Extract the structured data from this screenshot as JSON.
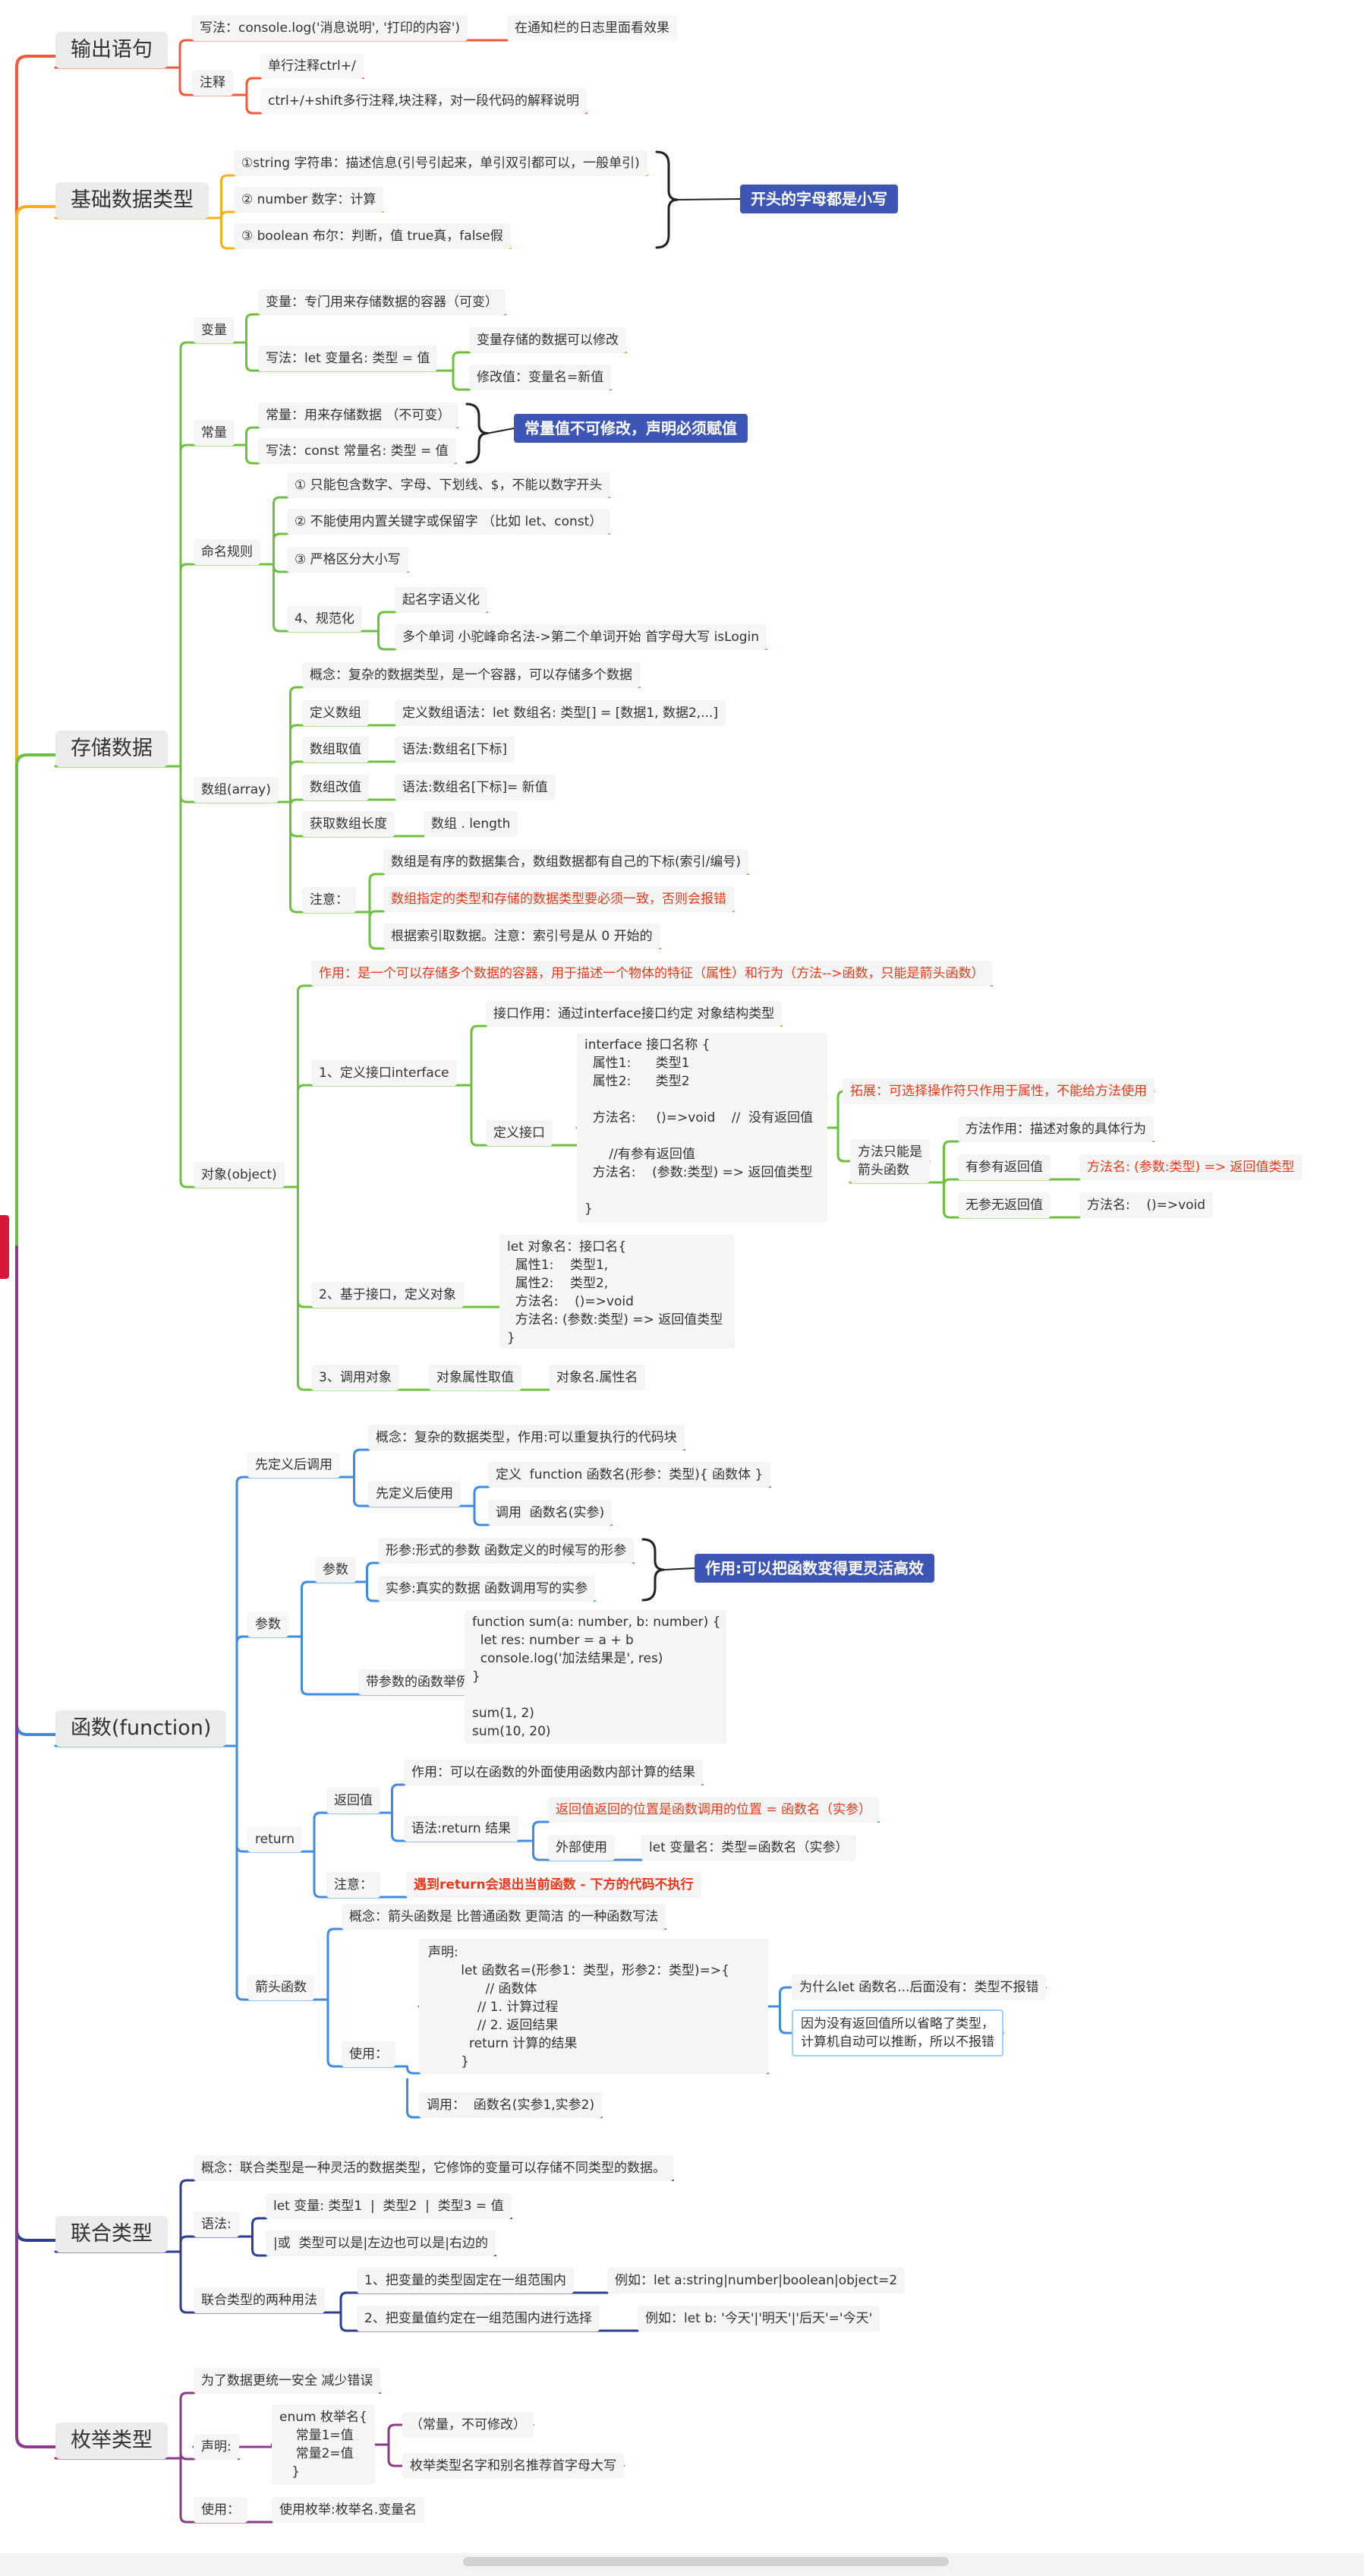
{
  "colors": {
    "orange_red": "#ee5a3c",
    "orange": "#f2b01e",
    "green": "#6cc03d",
    "blue": "#3e8be0",
    "navy": "#2c3e8e",
    "purple": "#8b3a8a",
    "red_text": "#e8391a",
    "tag_bg": "#3d56b5"
  },
  "sections": [
    {
      "label": "输出语句"
    },
    {
      "label": "基础数据类型"
    },
    {
      "label": "存储数据"
    },
    {
      "label": "函数(function)"
    },
    {
      "label": "联合类型"
    },
    {
      "label": "枚举类型"
    }
  ],
  "output": {
    "write": "写法：console.log('消息说明', '打印的内容')",
    "write_note": "在通知栏的日志里面看效果",
    "comment": "注释",
    "single": "单行注释ctrl+/",
    "multi": "ctrl+/+shift多行注释,块注释，对一段代码的解释说明"
  },
  "basic": {
    "string": "①string 字符串：描述信息(引号引起来，单引双引都可以，一般单引)",
    "number": "② number 数字：计算",
    "boolean": "③ boolean 布尔：判断，值 true真，false假",
    "tag": "开头的字母都是小写"
  },
  "storage": {
    "var": "变量",
    "var_def": "变量：专门用来存储数据的容器（可变）",
    "var_write": "写法：let 变量名: 类型 = 值",
    "var_mod": "变量存储的数据可以修改",
    "var_mod2": "修改值：变量名=新值",
    "const": "常量",
    "const_def": "常量：用来存储数据 （不可变）",
    "const_write": "写法：const 常量名: 类型 = 值",
    "const_tag": "常量值不可修改，声明必须赋值",
    "naming": "命名规则",
    "n1": "① 只能包含数字、字母、下划线、$，不能以数字开头",
    "n2": "② 不能使用内置关键字或保留字 （比如 let、const）",
    "n3": "③ 严格区分大小写",
    "n4": "4、规范化",
    "n4a": "起名字语义化",
    "n4b": "多个单词 小驼峰命名法->第二个单词开始 首字母大写 isLogin",
    "array": "数组(array)",
    "a_concept": "概念：复杂的数据类型，是一个容器，可以存储多个数据",
    "a_def": "定义数组",
    "a_def2": "定义数组语法：let 数组名: 类型[] = [数据1, 数据2,...]",
    "a_get": "数组取值",
    "a_get2": "语法:数组名[下标]",
    "a_set": "数组改值",
    "a_set2": "语法:数组名[下标]= 新值",
    "a_len": "获取数组长度",
    "a_len2": "数组 . length",
    "a_note": "注意：",
    "a_note1": "数组是有序的数据集合，数组数据都有自己的下标(索引/编号)",
    "a_note2": "数组指定的类型和存储的数据类型要必须一致，否则会报错",
    "a_note3": "根据索引取数据。注意：索引号是从 0 开始的",
    "object": "对象(object)",
    "o_role": "作用：是一个可以存储多个数据的容器，用于描述一个物体的特征（属性）和行为（方法-->函数，只能是箭头函数）",
    "o1": "1、定义接口interface",
    "o1a": "接口作用：通过interface接口约定 对象结构类型",
    "o1b": "定义接口",
    "o1b_code": "interface 接口名称 {\n  属性1:      类型1\n  属性2:      类型2\n\n  方法名:     ()=>void    //  没有返回值\n\n      //有参有返回值\n  方法名:    (参数:类型) => 返回值类型\n\n}",
    "o1c": "拓展：可选择操作符只作用于属性，不能给方法使用",
    "o1d": "方法只能是\n箭头函数",
    "o1d1": "方法作用：描述对象的具体行为",
    "o1d2": "有参有返回值",
    "o1d2v": "方法名: (参数:类型) => 返回值类型",
    "o1d3": "无参无返回值",
    "o1d3v": "方法名:    ()=>void",
    "o2": "2、基于接口，定义对象",
    "o2_code": "let 对象名：接口名{\n  属性1:    类型1,\n  属性2:    类型2,\n  方法名:    ()=>void\n  方法名: (参数:类型) => 返回值类型\n}",
    "o3": "3、调用对象",
    "o3a": "对象属性取值",
    "o3b": "对象名.属性名"
  },
  "func": {
    "f1": "先定义后调用",
    "f1a": "概念：复杂的数据类型，作用:可以重复执行的代码块",
    "f1b": "先定义后使用",
    "f1b1": "定义  function 函数名(形参：类型){ 函数体 }",
    "f1b2": "调用  函数名(实参)",
    "param": "参数",
    "p_sub": "参数",
    "p1": "形参:形式的参数 函数定义的时候写的形参",
    "p2": "实参:真实的数据 函数调用写的实参",
    "p_tag": "作用:可以把函数变得更灵活高效",
    "p_ex": "带参数的函数举例",
    "p_code": "function sum(a: number, b: number) {\n  let res: number = a + b\n  console.log('加法结果是', res)\n}\n\nsum(1, 2)\nsum(10, 20)",
    "ret": "return",
    "r1": "返回值",
    "r1a": "作用：可以在函数的外面使用函数内部计算的结果",
    "r1b": "语法:return 结果",
    "r1b1": "返回值返回的位置是函数调用的位置 = 函数名（实参）",
    "r1b2": "外部使用",
    "r1b2v": "let 变量名：类型=函数名（实参）",
    "r2": "注意：",
    "r2v": "遇到return会退出当前函数 - 下方的代码不执行",
    "arrow": "箭头函数",
    "ar1": "概念：箭头函数是 比普通函数 更简洁 的一种函数写法",
    "ar2": "使用：",
    "ar_code": "声明:\n        let 函数名=(形参1：类型，形参2：类型)=>{\n              // 函数体\n            // 1. 计算过程\n            // 2. 返回结果\n          return 计算的结果\n        }",
    "ar_q": "为什么let 函数名...后面没有：类型不报错",
    "ar_a": "因为没有返回值所以省略了类型，\n计算机自动可以推断，所以不报错",
    "ar3": "调用：  函数名(实参1,实参2)"
  },
  "union": {
    "u1": "概念：联合类型是一种灵活的数据类型，它修饰的变量可以存储不同类型的数据。",
    "u2": "语法:",
    "u2a": "let 变量: 类型1  |  类型2  |  类型3 = 值",
    "u2b": "|或  类型可以是|左边也可以是|右边的",
    "u3": "联合类型的两种用法",
    "u3a": "1、把变量的类型固定在一组范围内",
    "u3av": "例如：let a:string|number|boolean|object=2",
    "u3b": "2、把变量值约定在一组范围内进行选择",
    "u3bv": "例如：let b: '今天'|'明天'|'后天'='今天'"
  },
  "enum": {
    "e1": "为了数据更统一安全 减少错误",
    "e2": "声明:",
    "e2_code": "enum 枚举名{\n    常量1=值\n    常量2=值\n   }",
    "e2a": "（常量，不可修改）",
    "e2b": "枚举类型名字和别名推荐首字母大写",
    "e3": "使用：",
    "e3v": "使用枚举:枚举名.变量名"
  }
}
